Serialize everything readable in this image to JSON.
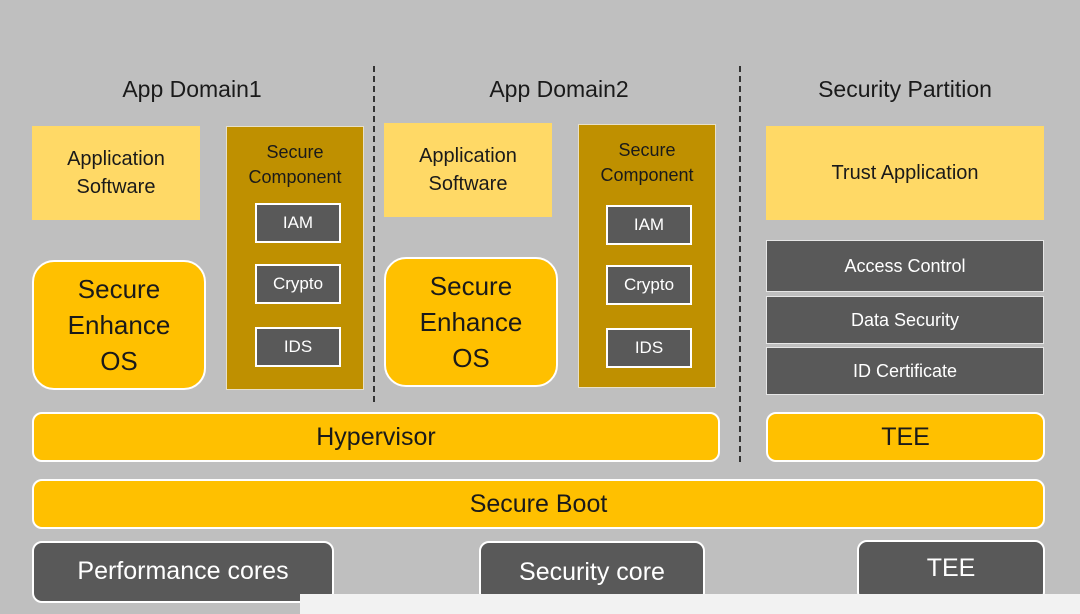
{
  "domains": [
    {
      "title": "App Domain1",
      "app_software": "Application\nSoftware",
      "secure_component": "Secure\nComponent",
      "components": [
        "IAM",
        "Crypto",
        "IDS"
      ],
      "secure_os": "Secure\nEnhance\nOS"
    },
    {
      "title": "App Domain2",
      "app_software": "Application\nSoftware",
      "secure_component": "Secure\nComponent",
      "components": [
        "IAM",
        "Crypto",
        "IDS"
      ],
      "secure_os": "Secure\nEnhance\nOS"
    }
  ],
  "security_partition": {
    "title": "Security Partition",
    "trust_application": "Trust Application",
    "services": [
      "Access Control",
      "Data Security",
      "ID Certificate"
    ],
    "tee": "TEE"
  },
  "hypervisor": "Hypervisor",
  "secure_boot": "Secure Boot",
  "cores": [
    "Performance cores",
    "Security core",
    "TEE"
  ],
  "colors": {
    "background": "#bfbfbf",
    "light_yellow": "#ffd966",
    "yellow": "#ffc000",
    "dark_gold": "#bf9000",
    "dark_gray": "#595959"
  }
}
